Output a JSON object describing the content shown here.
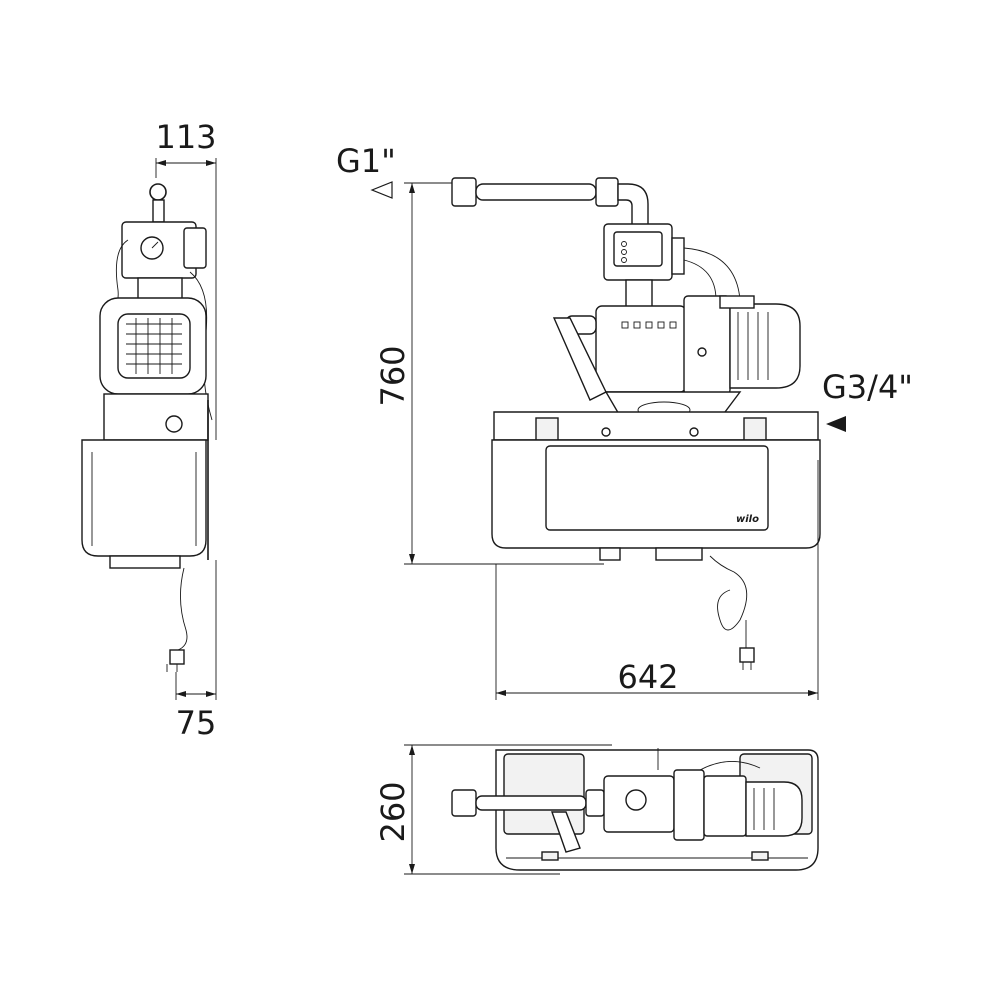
{
  "dimensions": {
    "side_width_top": "113",
    "side_width_bottom": "75",
    "height": "760",
    "width": "642",
    "depth": "260"
  },
  "connections": {
    "outlet": "G1\"",
    "inlet": "G3/4\""
  },
  "brand": "wilo"
}
